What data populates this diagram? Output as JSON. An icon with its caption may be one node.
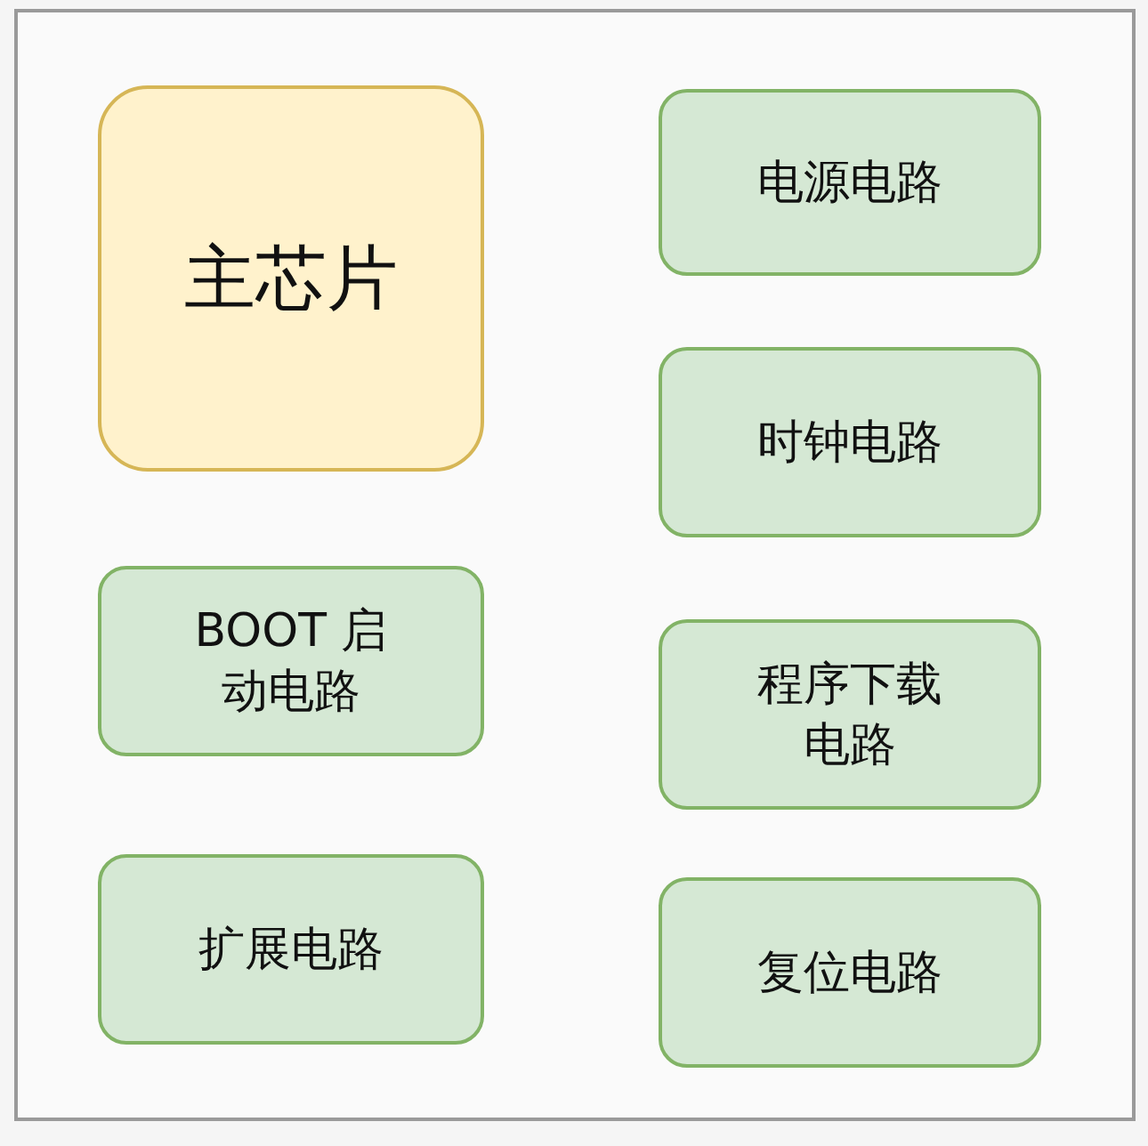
{
  "diagram": {
    "nodes": [
      {
        "text": [
          "主芯片"
        ]
      },
      {
        "text": [
          "电源电路"
        ]
      },
      {
        "text": [
          "时钟电路"
        ]
      },
      {
        "text": [
          "BOOT 启动电路"
        ]
      },
      {
        "text": [
          "程序下载电路"
        ]
      },
      {
        "text": [
          "扩展电路"
        ]
      },
      {
        "text": [
          "复位电路"
        ]
      }
    ]
  }
}
